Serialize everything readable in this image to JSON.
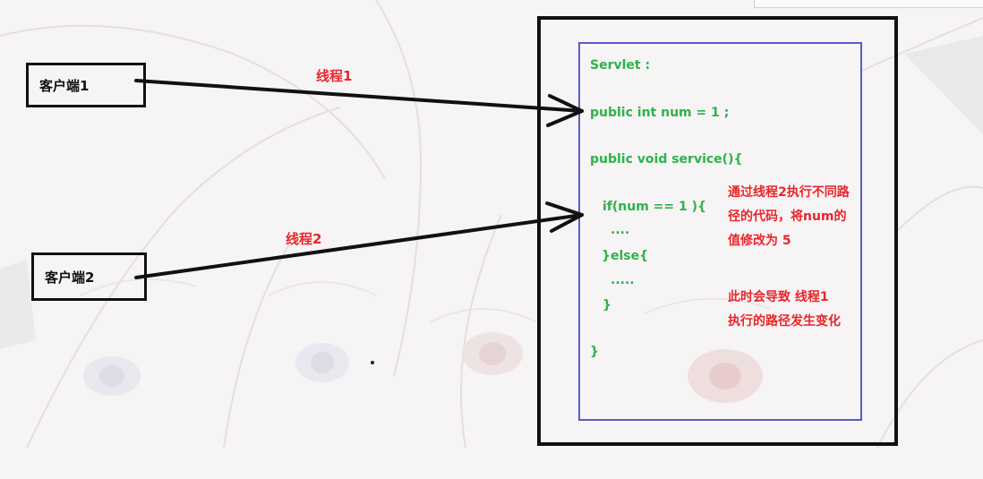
{
  "clients": [
    {
      "label": "客户端1"
    },
    {
      "label": "客户端2"
    }
  ],
  "threads": [
    {
      "label": "线程1"
    },
    {
      "label": "线程2"
    }
  ],
  "code": {
    "line1": "Servlet :",
    "line2": "public int num = 1 ;",
    "line3": "public void service(){",
    "line4": "if(num == 1 ){",
    "line5": "....",
    "line6": "}else{",
    "line7": ".....",
    "line8": "}",
    "line9": "}"
  },
  "notes": {
    "note1": "通过线程2执行不同路\n径的代码，将num的\n值修改为 5",
    "note2": "此时会导致 线程1\n执行的路径发生变化"
  },
  "colors": {
    "code_text": "#2cb34a",
    "note_text": "#e8262a",
    "inner_border": "#5a5cc7",
    "outer_border": "#111111"
  }
}
